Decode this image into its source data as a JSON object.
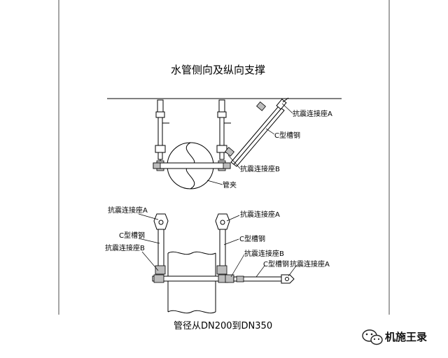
{
  "title": "水管侧向及纵向支撑",
  "caption": "管径从DN200到DN350",
  "watermark": "机施王录",
  "side_view": {
    "labels": {
      "connector_a": "抗震连接座A",
      "c_channel": "C型槽钢",
      "connector_b": "抗震连接座B",
      "pipe_clamp": "管夹"
    }
  },
  "longitudinal_view": {
    "labels": {
      "left_connector_a": "抗震连接座A",
      "left_c_channel": "C型槽钢",
      "left_connector_b": "抗震连接座B",
      "right_connector_a": "抗震连接座A",
      "right_c_channel": "C型槽钢",
      "brace_connector_b": "抗震连接座B",
      "brace_c_channel": "C型槽钢",
      "brace_connector_a": "抗震连接座A"
    }
  }
}
